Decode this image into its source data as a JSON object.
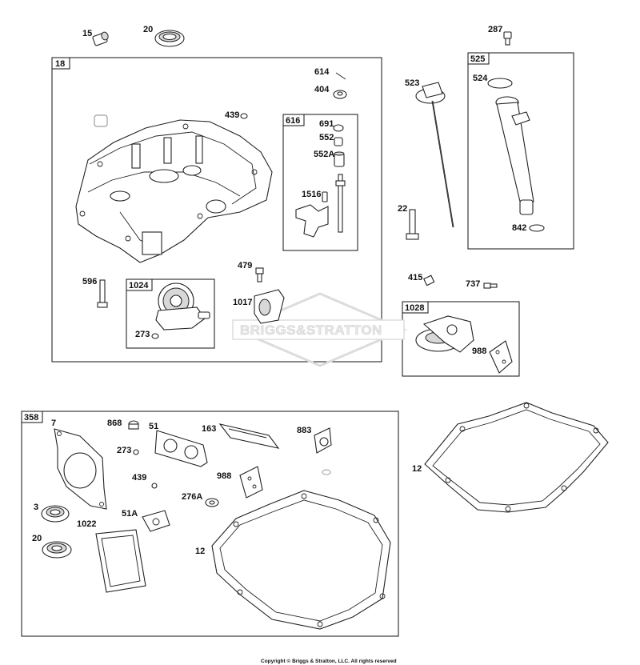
{
  "boxes": {
    "b18": "18",
    "b616": "616",
    "b525": "525",
    "b1024": "1024",
    "b1028": "1028",
    "b358": "358"
  },
  "parts": {
    "p15": "15",
    "p20_top": "20",
    "p287": "287",
    "p614": "614",
    "p404": "404",
    "p439_top": "439",
    "p691": "691",
    "p552": "552",
    "p552a": "552A",
    "p1516": "1516",
    "p523": "523",
    "p524": "524",
    "p22": "22",
    "p842": "842",
    "p596": "596",
    "p479": "479",
    "p273_top": "273",
    "p1017": "1017",
    "p415": "415",
    "p737": "737",
    "p988_top": "988",
    "p7": "7",
    "p868": "868",
    "p51": "51",
    "p163": "163",
    "p883": "883",
    "p273_bot": "273",
    "p439_bot": "439",
    "p988_bot": "988",
    "p276a": "276A",
    "p3": "3",
    "p51a": "51A",
    "p1022": "1022",
    "p20_bot": "20",
    "p12_left": "12",
    "p12_right": "12"
  },
  "watermark": "BRIGGS&STRATTON",
  "copyright": "Copyright © Briggs & Stratton, LLC. All rights reserved"
}
